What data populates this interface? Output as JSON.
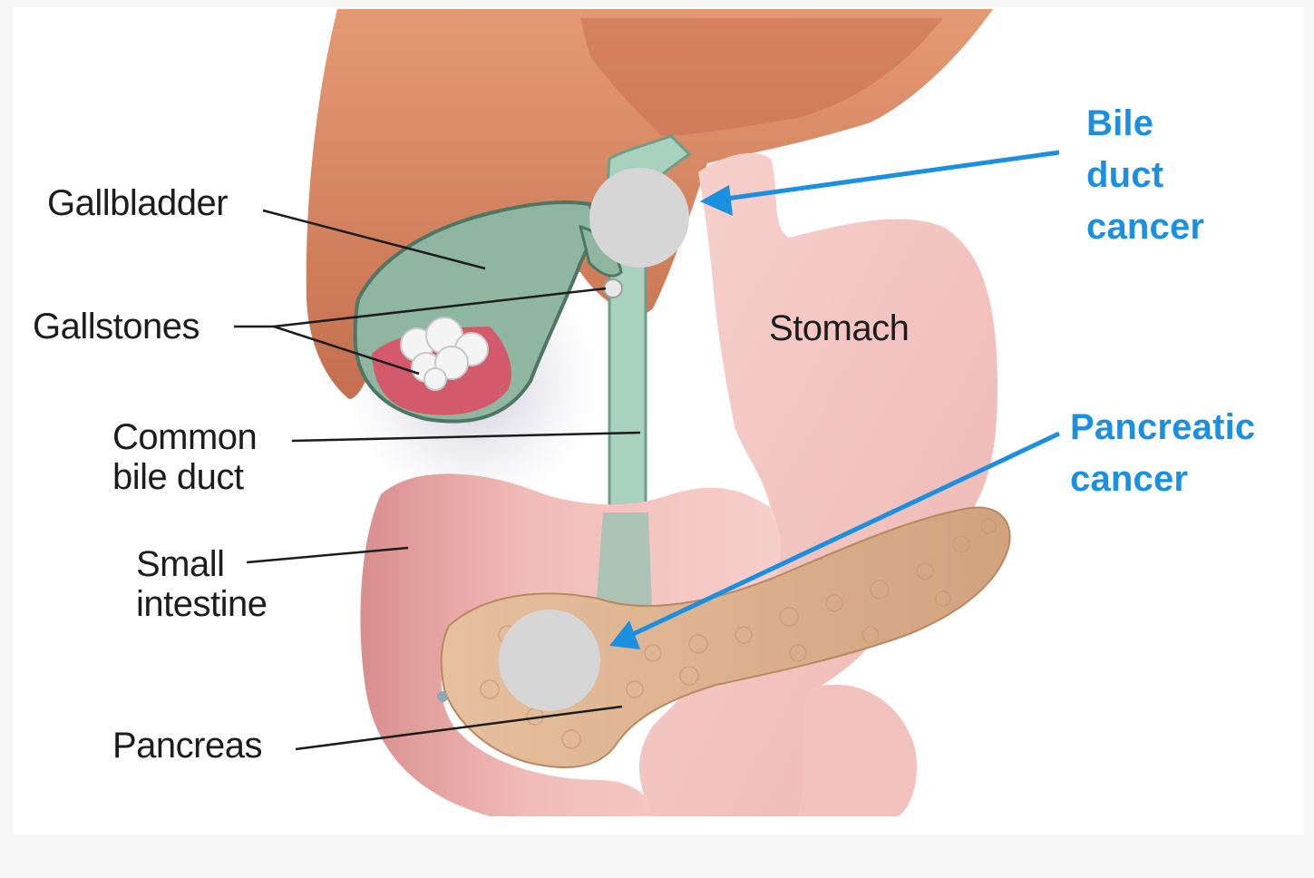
{
  "labels": {
    "gallbladder": "Gallbladder",
    "gallstones": "Gallstones",
    "common_bile_duct": [
      "Common",
      "bile duct"
    ],
    "small_intestine": [
      "Small",
      "intestine"
    ],
    "pancreas": "Pancreas",
    "stomach": "Stomach"
  },
  "callouts": {
    "bile_duct_cancer": [
      "Bile",
      "duct",
      "cancer"
    ],
    "pancreatic_cancer": [
      "Pancreatic",
      "cancer"
    ]
  },
  "colors": {
    "callout": "#1b8fe0",
    "label_text": "#1c1c1c",
    "liver": "#d98a68",
    "stomach": "#f4c7c3",
    "intestine": "#f0b3b0",
    "pancreas": "#dcae8c",
    "gallbladder": "#8fb6a0",
    "bile_duct": "#a8d2bd",
    "tumor_marker": "#d6d6d6"
  }
}
